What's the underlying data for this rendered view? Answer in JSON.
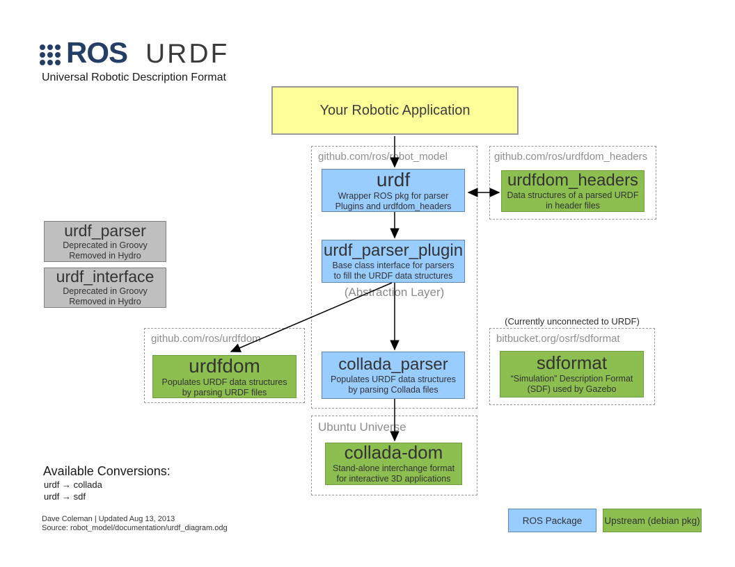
{
  "header": {
    "logo_text": "ROS",
    "title": "URDF",
    "subtitle": "Universal Robotic Description Format"
  },
  "app_box": {
    "label": "Your Robotic Application"
  },
  "containers": {
    "robot_model": {
      "label": "github.com/ros/robot_model"
    },
    "urdfdom_headers": {
      "label": "github.com/ros/urdfdom_headers"
    },
    "urdfdom": {
      "label": "github.com/ros/urdfdom"
    },
    "sdformat": {
      "label": "bitbucket.org/osrf/sdformat",
      "note": "(Currently unconnected to URDF)"
    },
    "ubuntu": {
      "label": "Ubuntu Universe"
    }
  },
  "nodes": {
    "urdf": {
      "title": "urdf",
      "desc1": "Wrapper ROS pkg for parser",
      "desc2": "Plugins and urdfdom_headers"
    },
    "urdfdom_headers": {
      "title": "urdfdom_headers",
      "desc1": "Data structures of a parsed URDF",
      "desc2": "in header files"
    },
    "urdf_parser": {
      "title": "urdf_parser",
      "desc1": "Deprecated in Groovy",
      "desc2": "Removed in Hydro"
    },
    "urdf_interface": {
      "title": "urdf_interface",
      "desc1": "Deprecated in Groovy",
      "desc2": "Removed in Hydro"
    },
    "urdf_parser_plugin": {
      "title": "urdf_parser_plugin",
      "desc1": "Base class interface for parsers",
      "desc2": "to fill the URDF data structures"
    },
    "urdfdom": {
      "title": "urdfdom",
      "desc1": "Populates URDF data structures",
      "desc2": "by parsing URDF files"
    },
    "collada_parser": {
      "title": "collada_parser",
      "desc1": "Populates URDF data structures",
      "desc2": "by parsing Collada files"
    },
    "sdformat": {
      "title": "sdformat",
      "desc1": "“Simulation” Description Format",
      "desc2": "(SDF) used by Gazebo"
    },
    "collada_dom": {
      "title": "collada-dom",
      "desc1": "Stand-alone interchange format",
      "desc2": "for interactive 3D applications"
    }
  },
  "annotations": {
    "abstraction_layer": "(Abstraction Layer)"
  },
  "conversions": {
    "title": "Available Conversions:",
    "items": [
      "urdf → collada",
      "urdf → sdf"
    ]
  },
  "footer": {
    "credit": "Dave Coleman | Updated Aug 13, 2013",
    "source": "Source: robot_model/documentation/urdf_diagram.odg"
  },
  "legend": {
    "ros": "ROS Package",
    "upstream": "Upstream (debian pkg)"
  },
  "colors": {
    "ros_package_blue": "#99CCFF",
    "upstream_green": "#8CBE50",
    "deprecated_gray": "#BFBFBF",
    "app_yellow": "#FFFF99",
    "logo_navy": "#253E66"
  }
}
